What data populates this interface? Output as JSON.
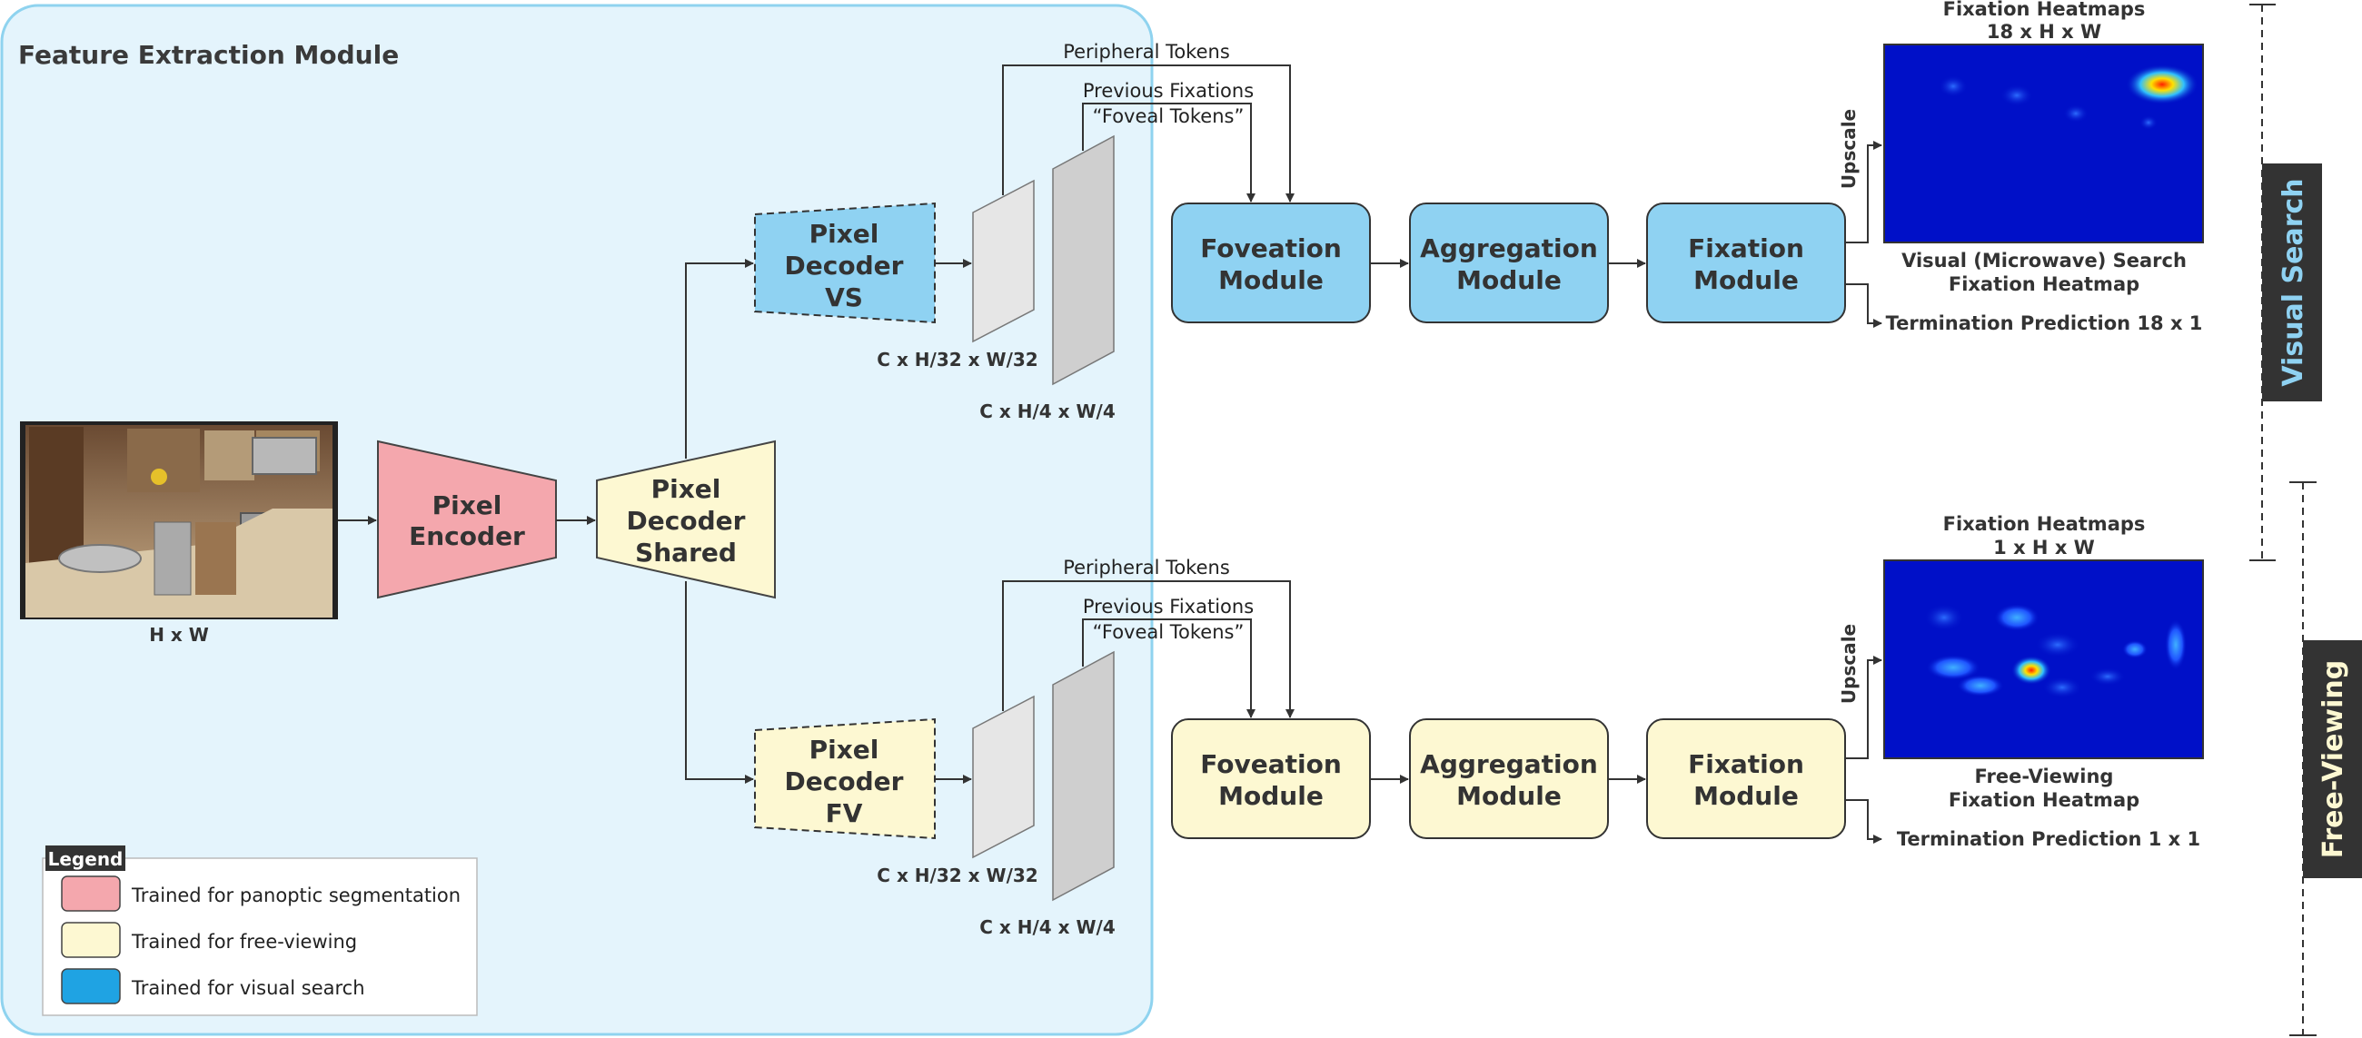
{
  "panel": {
    "title": "Feature Extraction Module"
  },
  "input": {
    "caption": "H x W"
  },
  "encoder": {
    "line1": "Pixel",
    "line2": "Encoder"
  },
  "shared_decoder": {
    "line1": "Pixel",
    "line2": "Decoder",
    "line3": "Shared"
  },
  "vs_decoder": {
    "line1": "Pixel",
    "line2": "Decoder",
    "line3": "VS"
  },
  "fv_decoder": {
    "line1": "Pixel",
    "line2": "Decoder",
    "line3": "FV"
  },
  "vs_branch": {
    "peripheral": "Peripheral Tokens",
    "previous": "Previous Fixations",
    "foveal": "“Foveal Tokens”",
    "feat_small": "C x H/32 x W/32",
    "feat_large": "C x H/4 x W/4",
    "foveation": {
      "line1": "Foveation",
      "line2": "Module"
    },
    "aggregation": {
      "line1": "Aggregation",
      "line2": "Module"
    },
    "fixation": {
      "line1": "Fixation",
      "line2": "Module"
    },
    "upscale": "Upscale",
    "heatmaps_title1": "Fixation Heatmaps",
    "heatmaps_title2": "18 x H x W",
    "heatmap_caption1": "Visual (Microwave) Search",
    "heatmap_caption2": "Fixation Heatmap",
    "termination": "Termination Prediction 18 x 1",
    "side_label": "Visual Search"
  },
  "fv_branch": {
    "peripheral": "Peripheral Tokens",
    "previous": "Previous Fixations",
    "foveal": "“Foveal Tokens”",
    "feat_small": "C x H/32 x W/32",
    "feat_large": "C x H/4 x W/4",
    "foveation": {
      "line1": "Foveation",
      "line2": "Module"
    },
    "aggregation": {
      "line1": "Aggregation",
      "line2": "Module"
    },
    "fixation": {
      "line1": "Fixation",
      "line2": "Module"
    },
    "upscale": "Upscale",
    "heatmaps_title1": "Fixation Heatmaps",
    "heatmaps_title2": "1 x H x W",
    "heatmap_caption1": "Free-Viewing",
    "heatmap_caption2": "Fixation Heatmap",
    "termination": "Termination Prediction 1 x 1",
    "side_label": "Free-Viewing"
  },
  "legend": {
    "title": "Legend",
    "items": [
      {
        "label": "Trained for panoptic segmentation",
        "color": "#f4a7ad"
      },
      {
        "label": "Trained for free-viewing",
        "color": "#fdf8d2"
      },
      {
        "label": "Trained for visual search",
        "color": "#1fa3e3"
      }
    ]
  },
  "colors": {
    "panel_fill": "#e4f4fc",
    "panel_stroke": "#8fd3ef",
    "vs_fill": "#8fd2f2",
    "fv_fill": "#fdf8d2",
    "enc_fill": "#f4a7ad",
    "side_bg": "#333333"
  }
}
